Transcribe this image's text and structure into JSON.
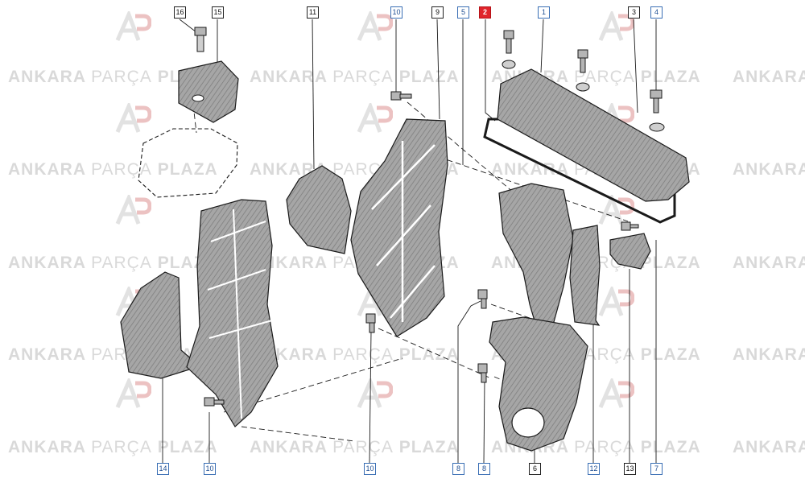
{
  "watermark": {
    "word1": "ANKARA",
    "word2": "PARÇA",
    "word3": "PLAZA"
  },
  "colors": {
    "callout_blue": "#3a6fb5",
    "callout_black": "#222222",
    "callout_highlight": "#e0252b",
    "line": "#1a1a1a",
    "part_fill": "#9a9a9a",
    "watermark": "#d9d9d9"
  },
  "callouts": {
    "c16": "16",
    "c15": "15",
    "c11": "11",
    "c10a": "10",
    "c9": "9",
    "c5": "5",
    "c2": "2",
    "c1": "1",
    "c3": "3",
    "c4": "4",
    "c14": "14",
    "c10b": "10",
    "c10c": "10",
    "c8a": "8",
    "c8b": "8",
    "c6": "6",
    "c12": "12",
    "c13": "13",
    "c7": "7"
  }
}
